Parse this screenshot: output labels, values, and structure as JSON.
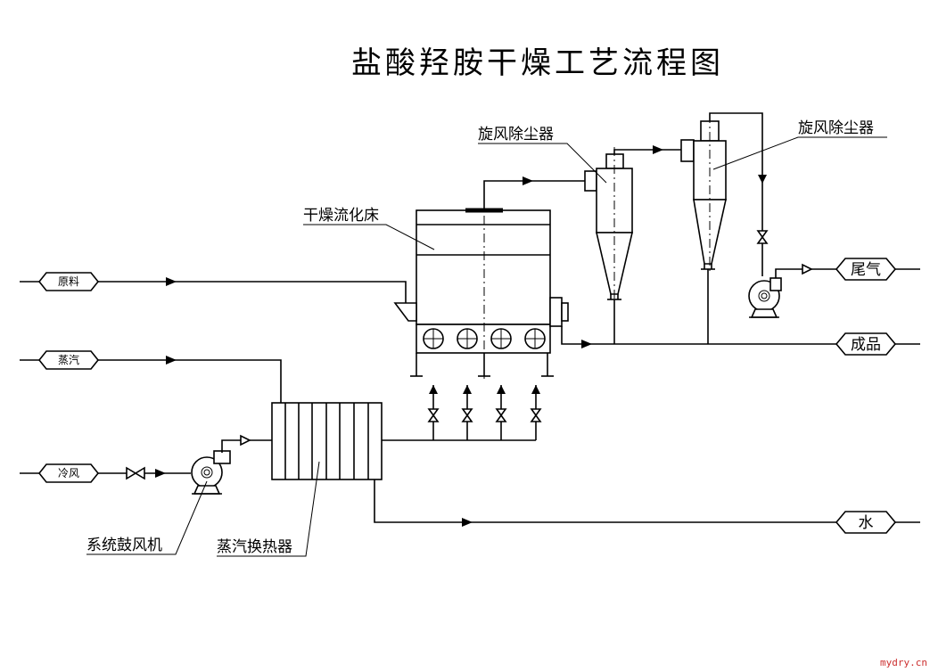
{
  "title": "盐酸羟胺干燥工艺流程图",
  "equipment_labels": {
    "cyclone_1": "旋风除尘器",
    "cyclone_2": "旋风除尘器",
    "fluid_bed": "干燥流化床",
    "blower": "系统鼓风机",
    "heat_exchanger": "蒸汽换热器"
  },
  "stream_tags": {
    "raw_material": "原料",
    "steam": "蒸汽",
    "cold_air": "冷风",
    "tail_gas": "尾气",
    "product": "成品",
    "water": "水"
  },
  "watermark": "mydry.cn"
}
